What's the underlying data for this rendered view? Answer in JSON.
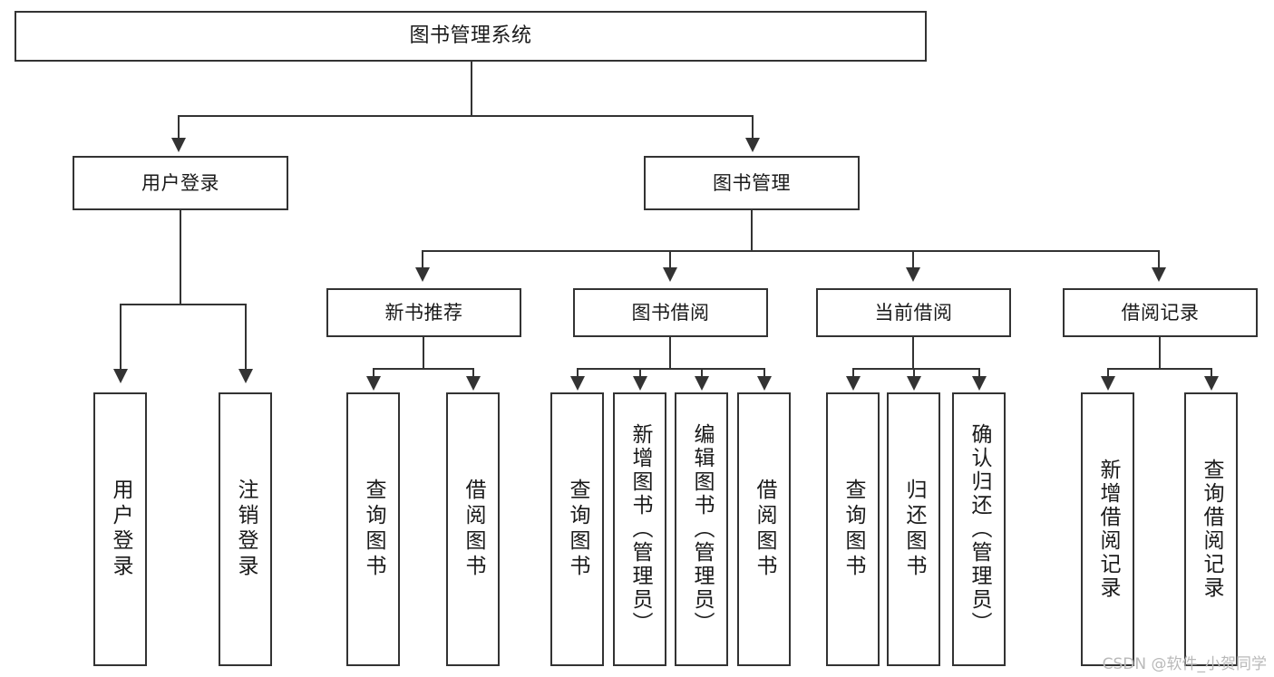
{
  "diagram": {
    "type": "tree-hierarchy",
    "title": "图书管理系统",
    "root": {
      "label": "图书管理系统"
    },
    "level2": [
      {
        "label": "用户登录"
      },
      {
        "label": "图书管理"
      }
    ],
    "level3": [
      {
        "label": "新书推荐"
      },
      {
        "label": "图书借阅"
      },
      {
        "label": "当前借阅"
      },
      {
        "label": "借阅记录"
      }
    ],
    "leaves": {
      "user_login": [
        {
          "label": "用户登录"
        },
        {
          "label": "注销登录"
        }
      ],
      "new_book_recommend": [
        {
          "label": "查询图书"
        },
        {
          "label": "借阅图书"
        }
      ],
      "book_borrow": [
        {
          "label": "查询图书"
        },
        {
          "label": "新增图书（管理员）"
        },
        {
          "label": "编辑图书（管理员）"
        },
        {
          "label": "借阅图书"
        }
      ],
      "current_borrow": [
        {
          "label": "查询图书"
        },
        {
          "label": "归还图书"
        },
        {
          "label": "确认归还（管理员）"
        }
      ],
      "borrow_record": [
        {
          "label": "新增借阅记录"
        },
        {
          "label": "查询借阅记录"
        }
      ]
    }
  },
  "watermark": {
    "text": "CSDN @软件_小贺同学"
  },
  "colors": {
    "stroke": "#333333",
    "fill": "#ffffff",
    "text": "#1a1a1a",
    "watermark": "#b9b9b9"
  }
}
